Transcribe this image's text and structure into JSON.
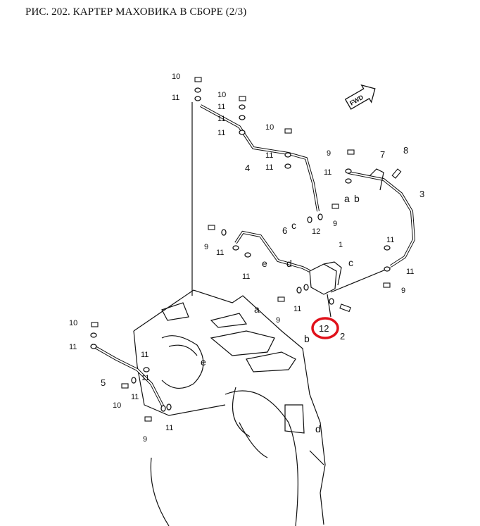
{
  "title": "РИС. 202. КАРТЕР МАХОВИКА В СБОРЕ (2/3)",
  "fwd_label": "FWD",
  "highlight_color": "#e0101a",
  "highlighted_part": "12",
  "labels": [
    "10",
    "11",
    "10",
    "11",
    "11",
    "11",
    "10",
    "4",
    "11",
    "11",
    "9",
    "11",
    "7",
    "8",
    "a",
    "b",
    "3",
    "c",
    "12",
    "9",
    "6",
    "9",
    "11",
    "11",
    "e",
    "1",
    "d",
    "c",
    "11",
    "11",
    "9",
    "9",
    "11",
    "a",
    "12",
    "2",
    "b",
    "10",
    "11",
    "11",
    "11",
    "e",
    "5",
    "10",
    "11",
    "9",
    "11",
    "d"
  ]
}
